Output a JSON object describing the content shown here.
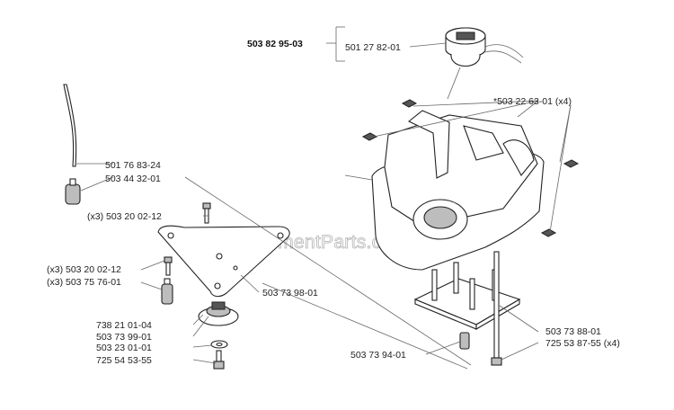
{
  "watermark": "eReplacementParts.com",
  "parts": {
    "fuel_cap_assembly": "503 82 95-03",
    "fuel_cap": "501 27 82-01",
    "rubber_mount": "*503 22 63-01 (x4)",
    "fuel_hose": "501 76 83-24",
    "fuel_filter": "503 44 32-01",
    "screw_top": "(x3) 503 20 02-12",
    "screw_left": "(x3) 503 20 02-12",
    "spacer": "(x3) 503 75 76-01",
    "mount_plate": "503 73 98-01",
    "part_738": "738 21 01-04",
    "part_73_99": "503 73 99-01",
    "part_23_01": "503 23 01-01",
    "part_725_54": "725 54 53-55",
    "bracket": "503 73 88-01",
    "bolt": "725 53 87-55 (x4)",
    "part_73_94": "503 73 94-01"
  }
}
